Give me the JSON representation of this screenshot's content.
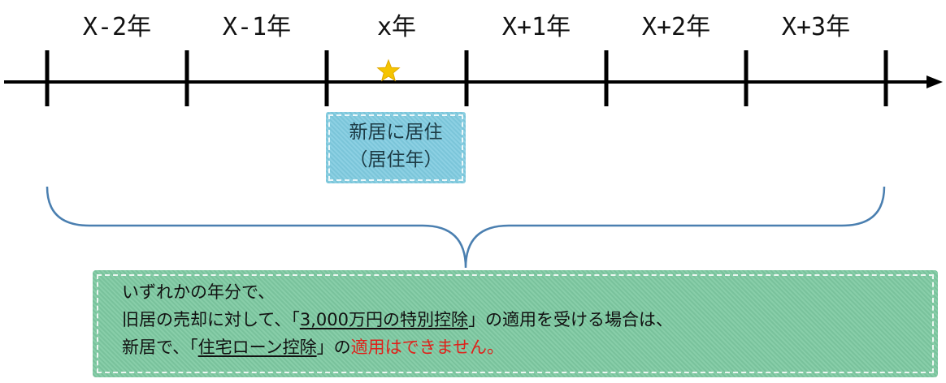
{
  "timeline": {
    "years": [
      "X-2年",
      "X-1年",
      "x年",
      "X+1年",
      "X+2年",
      "X+3年"
    ],
    "colors": {
      "axis": "#000000",
      "star": "#f5c400",
      "brace": "#4a7fb0"
    }
  },
  "residence_box": {
    "line1": "新居に居住",
    "line2": "（居住年）"
  },
  "note": {
    "line1": "いずれかの年分で、",
    "line2_a": "旧居の売却に対して、「",
    "line2_b": "3,000万円の特別控除",
    "line2_c": "」の適用を受ける場合は、",
    "line3_a": "新居で、「",
    "line3_b": "住宅ローン控除",
    "line3_c": "」の",
    "line3_d": "適用はできません。"
  }
}
